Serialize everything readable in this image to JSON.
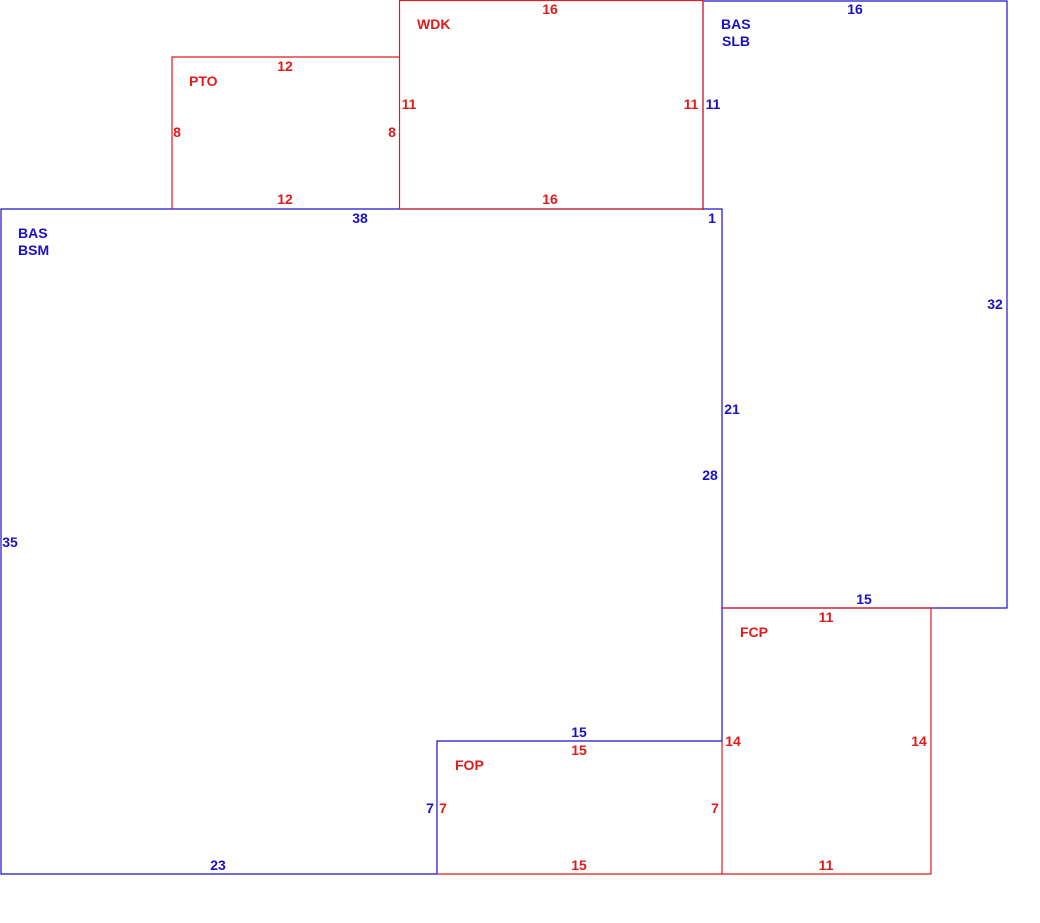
{
  "colors": {
    "primary_area": "#1a10c8",
    "secondary_area": "#e01b1b",
    "background": "#ffffff"
  },
  "areas": {
    "bas_slb": {
      "label_line1": "BAS",
      "label_line2": "SLB",
      "dims": {
        "top": "16",
        "left": "11",
        "right": "32",
        "bottom": "15",
        "left_lower": "21"
      }
    },
    "bas_bsm": {
      "label_line1": "BAS",
      "label_line2": "BSM",
      "dims": {
        "top": "38",
        "top_right": "1",
        "left": "35",
        "right": "28",
        "bottom": "23",
        "notch_top": "15",
        "notch_left": "7"
      }
    },
    "pto": {
      "label": "PTO",
      "dims": {
        "top": "12",
        "left": "8",
        "right": "8",
        "bottom": "12"
      }
    },
    "wdk": {
      "label": "WDK",
      "dims": {
        "top": "16",
        "left": "11",
        "right": "11",
        "bottom": "16"
      }
    },
    "fcp": {
      "label": "FCP",
      "dims": {
        "top": "11",
        "left": "14",
        "right": "14",
        "bottom": "11"
      }
    },
    "fop": {
      "label": "FOP",
      "dims": {
        "top": "15",
        "left": "7",
        "right": "7",
        "bottom": "15"
      }
    }
  }
}
